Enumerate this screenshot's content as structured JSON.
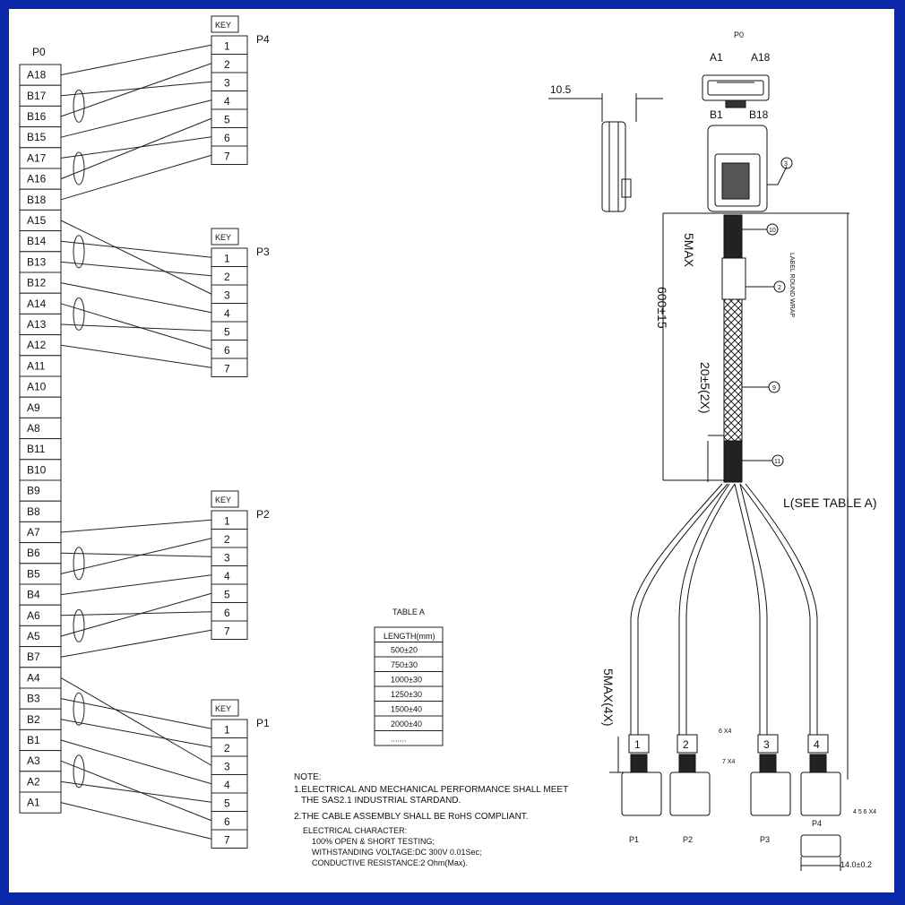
{
  "connector_p0": {
    "title": "P0",
    "pins": [
      "A18",
      "B17",
      "B16",
      "B15",
      "A17",
      "A16",
      "B18",
      "A15",
      "B14",
      "B13",
      "B12",
      "A14",
      "A13",
      "A12",
      "A11",
      "A10",
      "A9",
      "A8",
      "B11",
      "B10",
      "B9",
      "B8",
      "A7",
      "B6",
      "B5",
      "B4",
      "A6",
      "A5",
      "B7",
      "A4",
      "B3",
      "B2",
      "B1",
      "A3",
      "A2",
      "A1"
    ]
  },
  "sata_connectors": [
    {
      "name": "P4",
      "key": "KEY",
      "pins": [
        "1",
        "2",
        "3",
        "4",
        "5",
        "6",
        "7"
      ]
    },
    {
      "name": "P3",
      "key": "KEY",
      "pins": [
        "1",
        "2",
        "3",
        "4",
        "5",
        "6",
        "7"
      ]
    },
    {
      "name": "P2",
      "key": "KEY",
      "pins": [
        "1",
        "2",
        "3",
        "4",
        "5",
        "6",
        "7"
      ]
    },
    {
      "name": "P1",
      "key": "KEY",
      "pins": [
        "1",
        "2",
        "3",
        "4",
        "5",
        "6",
        "7"
      ]
    }
  ],
  "table_a": {
    "title": "TABLE A",
    "header": "LENGTH(mm)",
    "rows": [
      "500±20",
      "750±30",
      "1000±30",
      "1250±30",
      "1500±40",
      "2000±40",
      "......."
    ]
  },
  "notes": {
    "title": "NOTE:",
    "line1": "1.ELECTRICAL AND MECHANICAL PERFORMANCE SHALL MEET",
    "line1b": "THE SAS2.1 INDUSTRIAL STARDAND.",
    "line2": "2.THE CABLE ASSEMBLY SHALL BE RoHS COMPLIANT.",
    "elec_title": "ELECTRICAL CHARACTER:",
    "elec1": "100% OPEN & SHORT TESTING;",
    "elec2": "WITHSTANDING VOLTAGE:DC 300V 0.01Sec;",
    "elec3": "CONDUCTIVE RESISTANCE:2 Ohm(Max)."
  },
  "drawing": {
    "p0_label": "P0",
    "a1": "A1",
    "a18": "A18",
    "b1": "B1",
    "b18": "B18",
    "dim_10_5": "10.5",
    "dim_5max": "5MAX",
    "dim_600": "600±15",
    "dim_20": "20±5(2X)",
    "dim_l": "L(SEE TABLE A)",
    "dim_5max4x": "5MAX(4X)",
    "label_wrap": "LABEL ROUND WRAP",
    "callout_3": "3",
    "callout_2": "2",
    "callout_10": "10",
    "callout_9": "9",
    "callout_11": "11",
    "legs": [
      "1",
      "2",
      "3",
      "4"
    ],
    "ports": [
      "P1",
      "P2",
      "P3",
      "P4"
    ],
    "p4_label": "P4",
    "dim_14": "14.0±0.2",
    "x4_marks": [
      "6 X4",
      "7 X4",
      "4 5 6 X4"
    ]
  }
}
